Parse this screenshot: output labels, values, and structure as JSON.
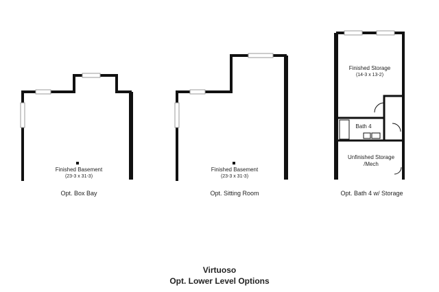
{
  "options": [
    {
      "caption": "Opt. Box Bay",
      "rooms": [
        {
          "name": "Finished Basement",
          "dimensions": "(23-3 x 31-3)"
        }
      ]
    },
    {
      "caption": "Opt. Sitting Room",
      "rooms": [
        {
          "name": "Finished Basement",
          "dimensions": "(23-3 x 31-3)"
        }
      ]
    },
    {
      "caption": "Opt. Bath 4 w/ Storage",
      "rooms": [
        {
          "name": "Finished Storage",
          "dimensions": "(14-3 x 13-2)"
        },
        {
          "name": "Bath 4",
          "dimensions": ""
        },
        {
          "name": "Unfinished Storage",
          "dimensions": "/Mech"
        }
      ]
    }
  ],
  "title": {
    "model": "Virtuoso",
    "subtitle": "Opt. Lower Level Options"
  },
  "colors": {
    "wall": "#111111",
    "window": "#9a9a9a",
    "text": "#222222"
  }
}
